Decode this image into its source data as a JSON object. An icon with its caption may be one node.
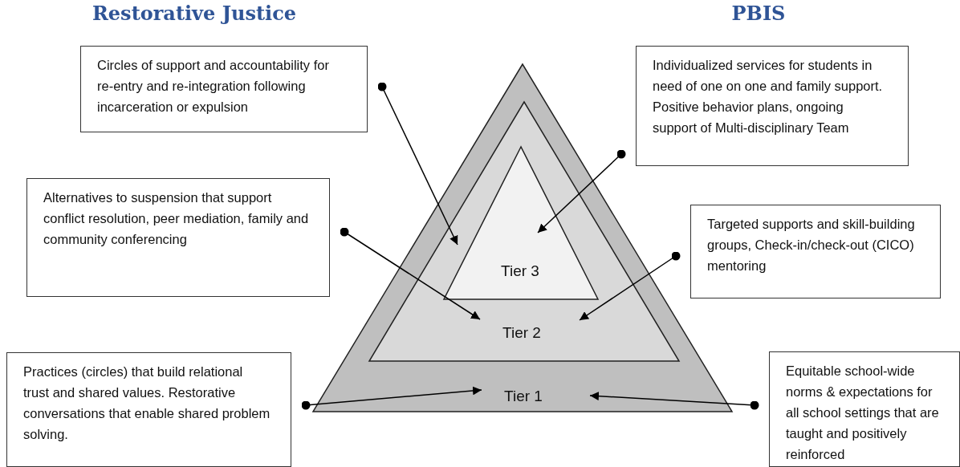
{
  "diagram": {
    "nodes": [
      {
        "text": [
          "Tier 1"
        ]
      },
      {
        "text": [
          "Tier 2"
        ],
        "in": 0
      },
      {
        "text": [
          "Tier 3"
        ],
        "in": 1
      },
      {
        "text": [
          "Circles of support and accountability for re-entry and re-integration following incarceration or expulsion"
        ]
      },
      {
        "text": [
          "Alternatives to suspension that support conflict resolution, peer mediation, family and community conferencing"
        ]
      },
      {
        "text": [
          "Practices (circles) that build relational trust and shared values. Restorative conversations that enable shared problem solving."
        ]
      },
      {
        "text": [
          "Individualized services for students in need of one on one and family support. Positive behavior plans, ongoing support of Multi-disciplinary Team"
        ]
      },
      {
        "text": [
          "Targeted supports and skill-building groups, Check-in/check-out (CICO) mentoring"
        ]
      },
      {
        "text": [
          "Equitable school-wide norms & expectations for all school settings that are taught and positively reinforced"
        ]
      }
    ],
    "edges": [
      {
        "from": 3,
        "to": 2,
        "arrow": "to"
      },
      {
        "from": 6,
        "to": 2,
        "arrow": "to"
      },
      {
        "from": 4,
        "to": 1,
        "arrow": "to"
      },
      {
        "from": 7,
        "to": 1,
        "arrow": "to"
      },
      {
        "from": 5,
        "to": 0,
        "arrow": "to"
      },
      {
        "from": 8,
        "to": 0,
        "arrow": "to"
      }
    ],
    "labels": [
      "Restorative Justice",
      "PBIS"
    ]
  }
}
